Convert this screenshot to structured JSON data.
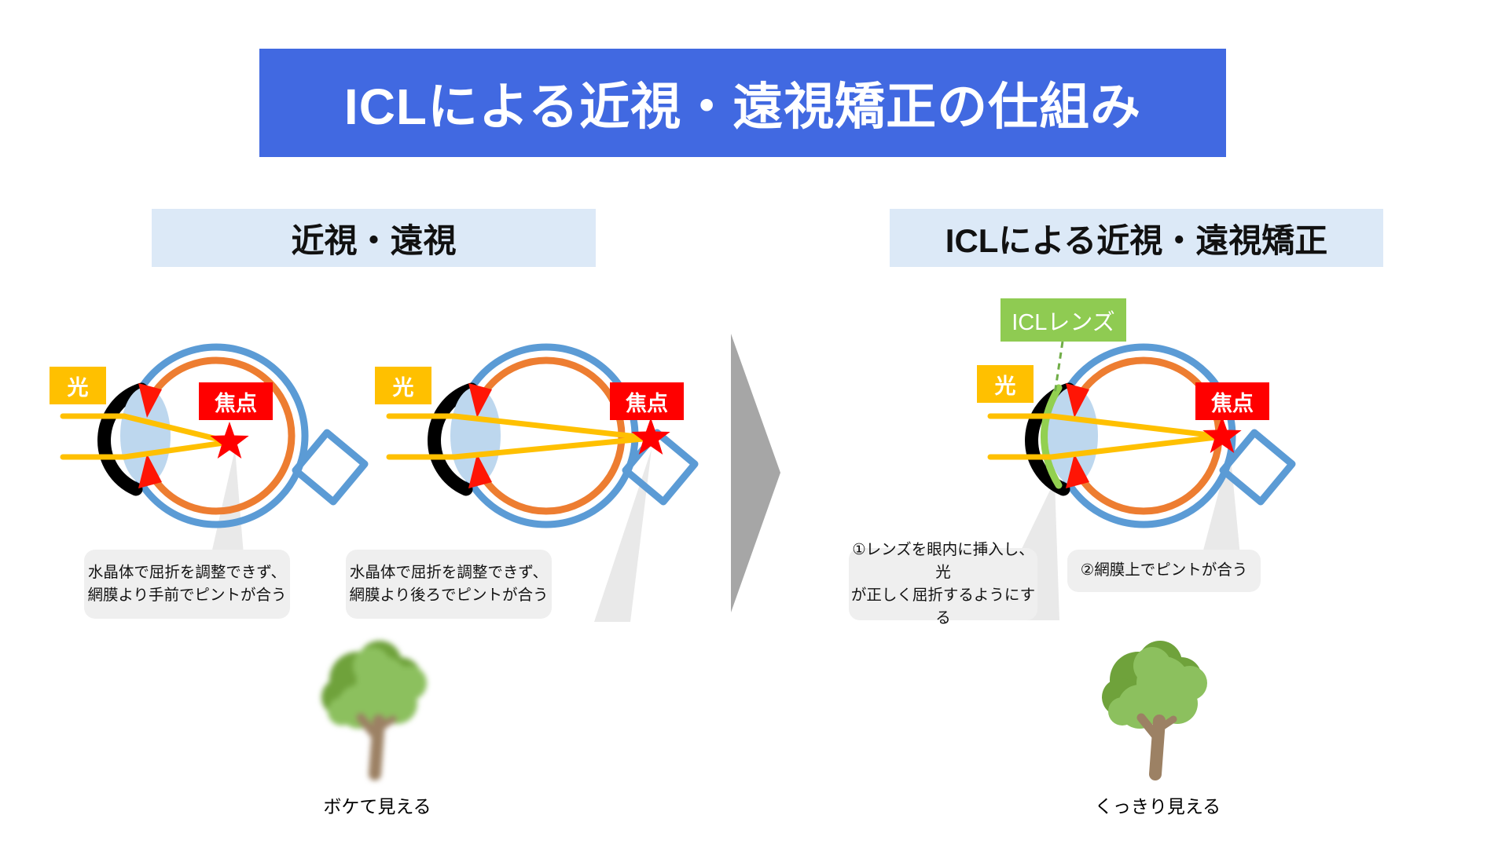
{
  "title": "ICLによる近視・遠視矯正の仕組み",
  "left_section": {
    "header": "近視・遠視",
    "myopia_eye": {
      "light": "光",
      "focus": "焦点",
      "callout_line1": "水晶体で屈折を調整できず、",
      "callout_line2": "網膜より手前でピントが合う"
    },
    "hyperopia_eye": {
      "light": "光",
      "focus": "焦点",
      "callout_line1": "水晶体で屈折を調整できず、",
      "callout_line2": "網膜より後ろでピントが合う"
    },
    "tree_caption": "ボケて見える"
  },
  "right_section": {
    "header": "ICLによる近視・遠視矯正",
    "icl_lens_label": "ICLレンズ",
    "corrected_eye": {
      "light": "光",
      "focus": "焦点"
    },
    "callout1_line1": "①レンズを眼内に挿入し、光",
    "callout1_line2": "が正しく屈折するようにする",
    "callout2": "②網膜上でピントが合う",
    "tree_caption": "くっきり見える"
  },
  "colors": {
    "title_banner_blue": "#4169E1",
    "section_header_bg": "#DCE9F7",
    "sclera_blue": "#5B9BD5",
    "retina_orange": "#ED7D31",
    "lens_light_blue": "#BDD7EE",
    "light_ray_yellow": "#FFC000",
    "focus_red": "#FF0000",
    "icl_green": "#92D050",
    "icl_label_green": "#8FCB52",
    "callout_gray": "#EFEFEF",
    "arrow_gray": "#A6A6A6",
    "tree_green_light": "#8CC05E",
    "tree_green_dark": "#6FA23B",
    "trunk_brown": "#9C8164"
  }
}
